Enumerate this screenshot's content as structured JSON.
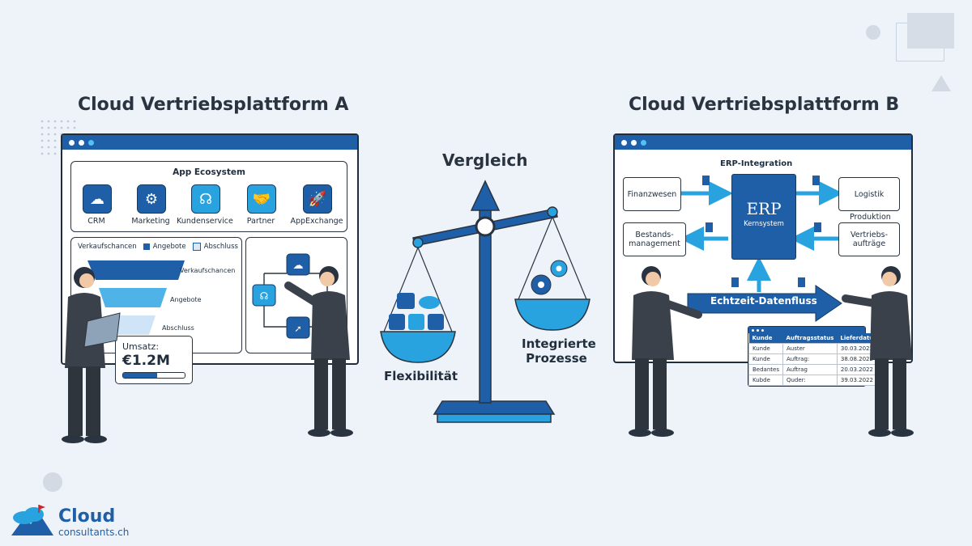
{
  "left": {
    "title": "Cloud Vertriebsplattform A",
    "ecosystem_title": "App Ecosystem",
    "apps": [
      {
        "label": "CRM",
        "icon": "cloud-upload-icon"
      },
      {
        "label": "Marketing",
        "icon": "gear-check-icon"
      },
      {
        "label": "Kundenservice",
        "icon": "headset-icon"
      },
      {
        "label": "Partner",
        "icon": "handshake-icon"
      },
      {
        "label": "AppExchange",
        "icon": "rocket-icon"
      }
    ],
    "funnel": {
      "legend_main": "Verkaufschancen",
      "legend_a": "Angebote",
      "legend_b": "Abschluss",
      "stages": [
        "Verkaufschancen",
        "Angebote",
        "Abschluss"
      ]
    },
    "revenue": {
      "label": "Umsatz:",
      "value": "€1.2M",
      "progress": 0.55
    }
  },
  "center": {
    "title": "Vergleich",
    "left_label": "Flexibilität",
    "right_label_1": "Integrierte",
    "right_label_2": "Prozesse"
  },
  "right": {
    "title": "Cloud Vertriebsplattform B",
    "erp_title": "ERP-Integration",
    "erp_core_1": "ERP",
    "erp_core_2": "Kernsystem",
    "modules": {
      "finance": "Finanzwesen",
      "logistics": "Logistik",
      "production": "Produktion",
      "inventory_1": "Bestands-",
      "inventory_2": "management",
      "orders_1": "Vertriebs-",
      "orders_2": "aufträge"
    },
    "flow_label": "Echtzeit-Datenfluss",
    "table": {
      "headers": [
        "Kunde",
        "Auftragsstatus",
        "Lieferdatum"
      ],
      "rows": [
        [
          "Kunde",
          "Auster",
          "30.03.2022"
        ],
        [
          "Kunde",
          "Auftrag:",
          "38.08.2022"
        ],
        [
          "Bedantes",
          "Auftrag",
          "20.03.2022"
        ],
        [
          "Kubde",
          "Quder:",
          "39.03.2022"
        ]
      ]
    }
  },
  "logo": {
    "word": "Cloud",
    "domain": "consultants.ch"
  },
  "colors": {
    "primary": "#1f5fa8",
    "accent": "#29a3e0",
    "dark": "#2a3440",
    "background": "#eef3f9"
  }
}
